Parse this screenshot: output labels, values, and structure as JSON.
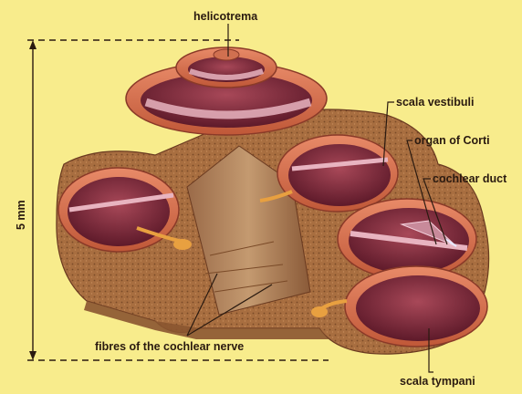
{
  "labels": {
    "helicotrema": "helicotrema",
    "scala_vestibuli": "scala vestibuli",
    "organ_of_corti": "organ of Corti",
    "cochlear_duct": "cochlear duct",
    "scale_bar": "5 mm",
    "nerve_fibres": "fibres of the cochlear nerve",
    "scala_tympani": "scala tympani"
  },
  "colors": {
    "background": "#f8ec8c",
    "canal_wall": "#d86e50",
    "bone": "#b07848",
    "cavity": "#7a2a3a",
    "membrane": "#c88a9a",
    "nerve": "#e8a040",
    "ink": "#2a1a10"
  }
}
